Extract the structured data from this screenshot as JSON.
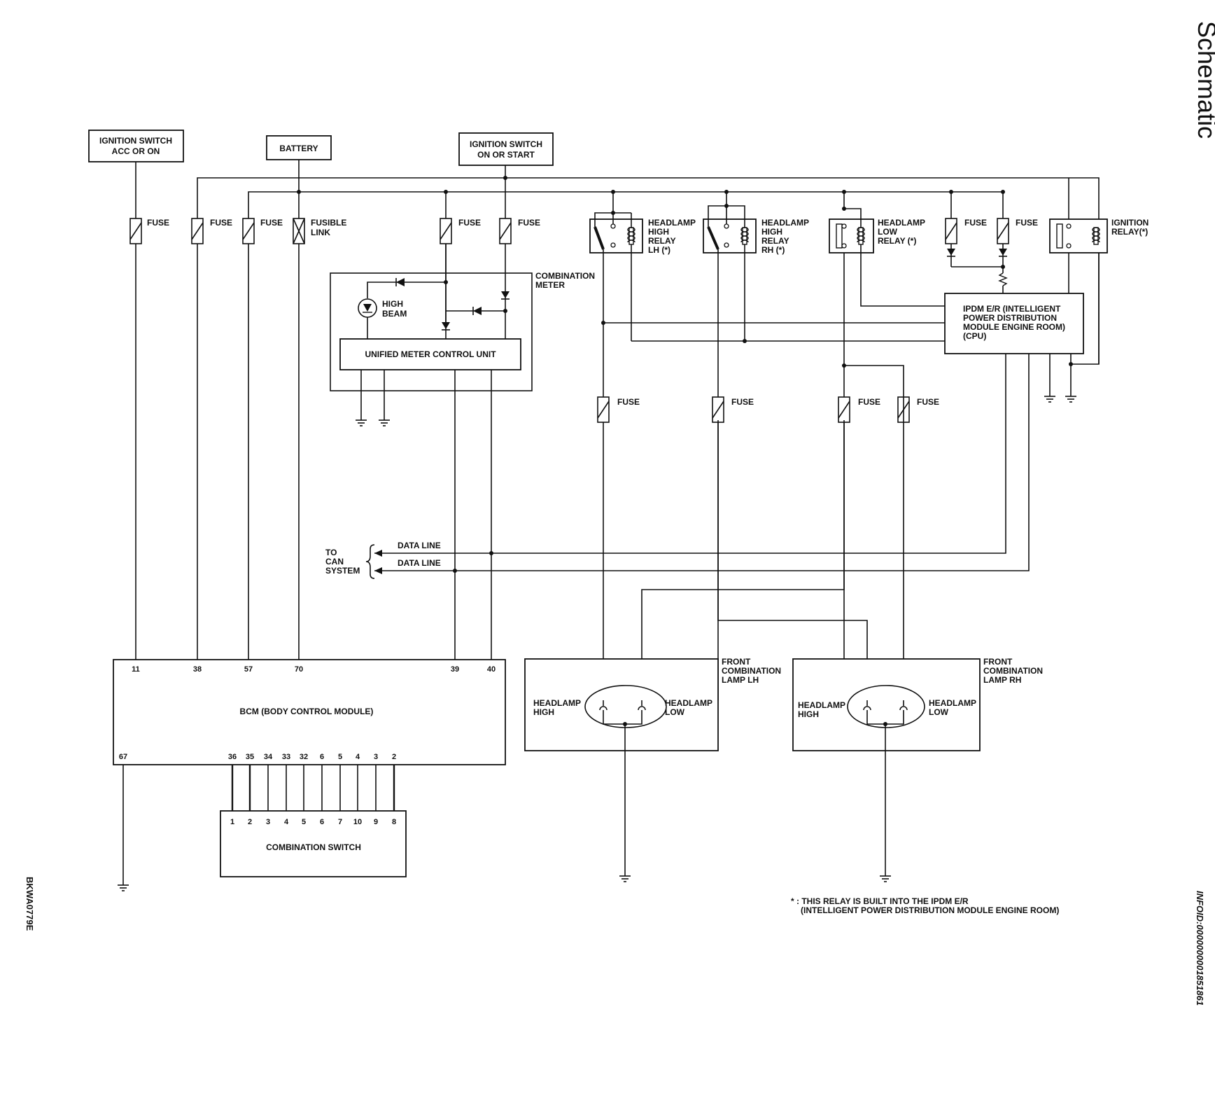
{
  "page": {
    "title": "Schematic",
    "figure_id": "BKWA0779E",
    "doc_id": "INFOID:0000000001851861"
  },
  "power_sources": {
    "ign_acc_on": [
      "IGNITION SWITCH",
      "ACC OR ON"
    ],
    "battery": "BATTERY",
    "ign_on_start": [
      "IGNITION SWITCH",
      "ON OR START"
    ]
  },
  "fuse_label": "FUSE",
  "fusible_link": [
    "FUSIBLE",
    "LINK"
  ],
  "combination_meter": {
    "title": [
      "COMBINATION",
      "METER"
    ],
    "high_beam": [
      "HIGH",
      "BEAM"
    ],
    "control_unit": "UNIFIED METER CONTROL UNIT"
  },
  "relays": {
    "high_lh": [
      "HEADLAMP",
      "HIGH",
      "RELAY",
      "LH (*)"
    ],
    "high_rh": [
      "HEADLAMP",
      "HIGH",
      "RELAY",
      "RH (*)"
    ],
    "low": [
      "HEADLAMP",
      "LOW",
      "RELAY (*)"
    ],
    "ignition": [
      "IGNITION",
      "RELAY(*)"
    ]
  },
  "ipdm": [
    "IPDM E/R (INTELLIGENT",
    "POWER DISTRIBUTION",
    "MODULE ENGINE ROOM)",
    "(CPU)"
  ],
  "can": {
    "to_can": [
      "TO",
      "CAN",
      "SYSTEM"
    ],
    "data_line": "DATA LINE"
  },
  "bcm": {
    "label": "BCM (BODY CONTROL MODULE)",
    "top_pins": [
      "11",
      "38",
      "57",
      "70",
      "39",
      "40"
    ],
    "ground_pin": "67",
    "bottom_pins": [
      "36",
      "35",
      "34",
      "33",
      "32",
      "6",
      "5",
      "4",
      "3",
      "2"
    ]
  },
  "combination_switch": {
    "label": "COMBINATION SWITCH",
    "pins": [
      "1",
      "2",
      "3",
      "4",
      "5",
      "6",
      "7",
      "10",
      "9",
      "8"
    ]
  },
  "lamp_lh": {
    "title": [
      "FRONT",
      "COMBINATION",
      "LAMP LH"
    ],
    "high": [
      "HEADLAMP",
      "HIGH"
    ],
    "low": [
      "HEADLAMP",
      "LOW"
    ]
  },
  "lamp_rh": {
    "title": [
      "FRONT",
      "COMBINATION",
      "LAMP RH"
    ],
    "high": [
      "HEADLAMP",
      "HIGH"
    ],
    "low": [
      "HEADLAMP",
      "LOW"
    ]
  },
  "footnote": [
    "* : THIS RELAY IS BUILT INTO THE IPDM E/R",
    "(INTELLIGENT POWER DISTRIBUTION MODULE ENGINE ROOM)"
  ]
}
